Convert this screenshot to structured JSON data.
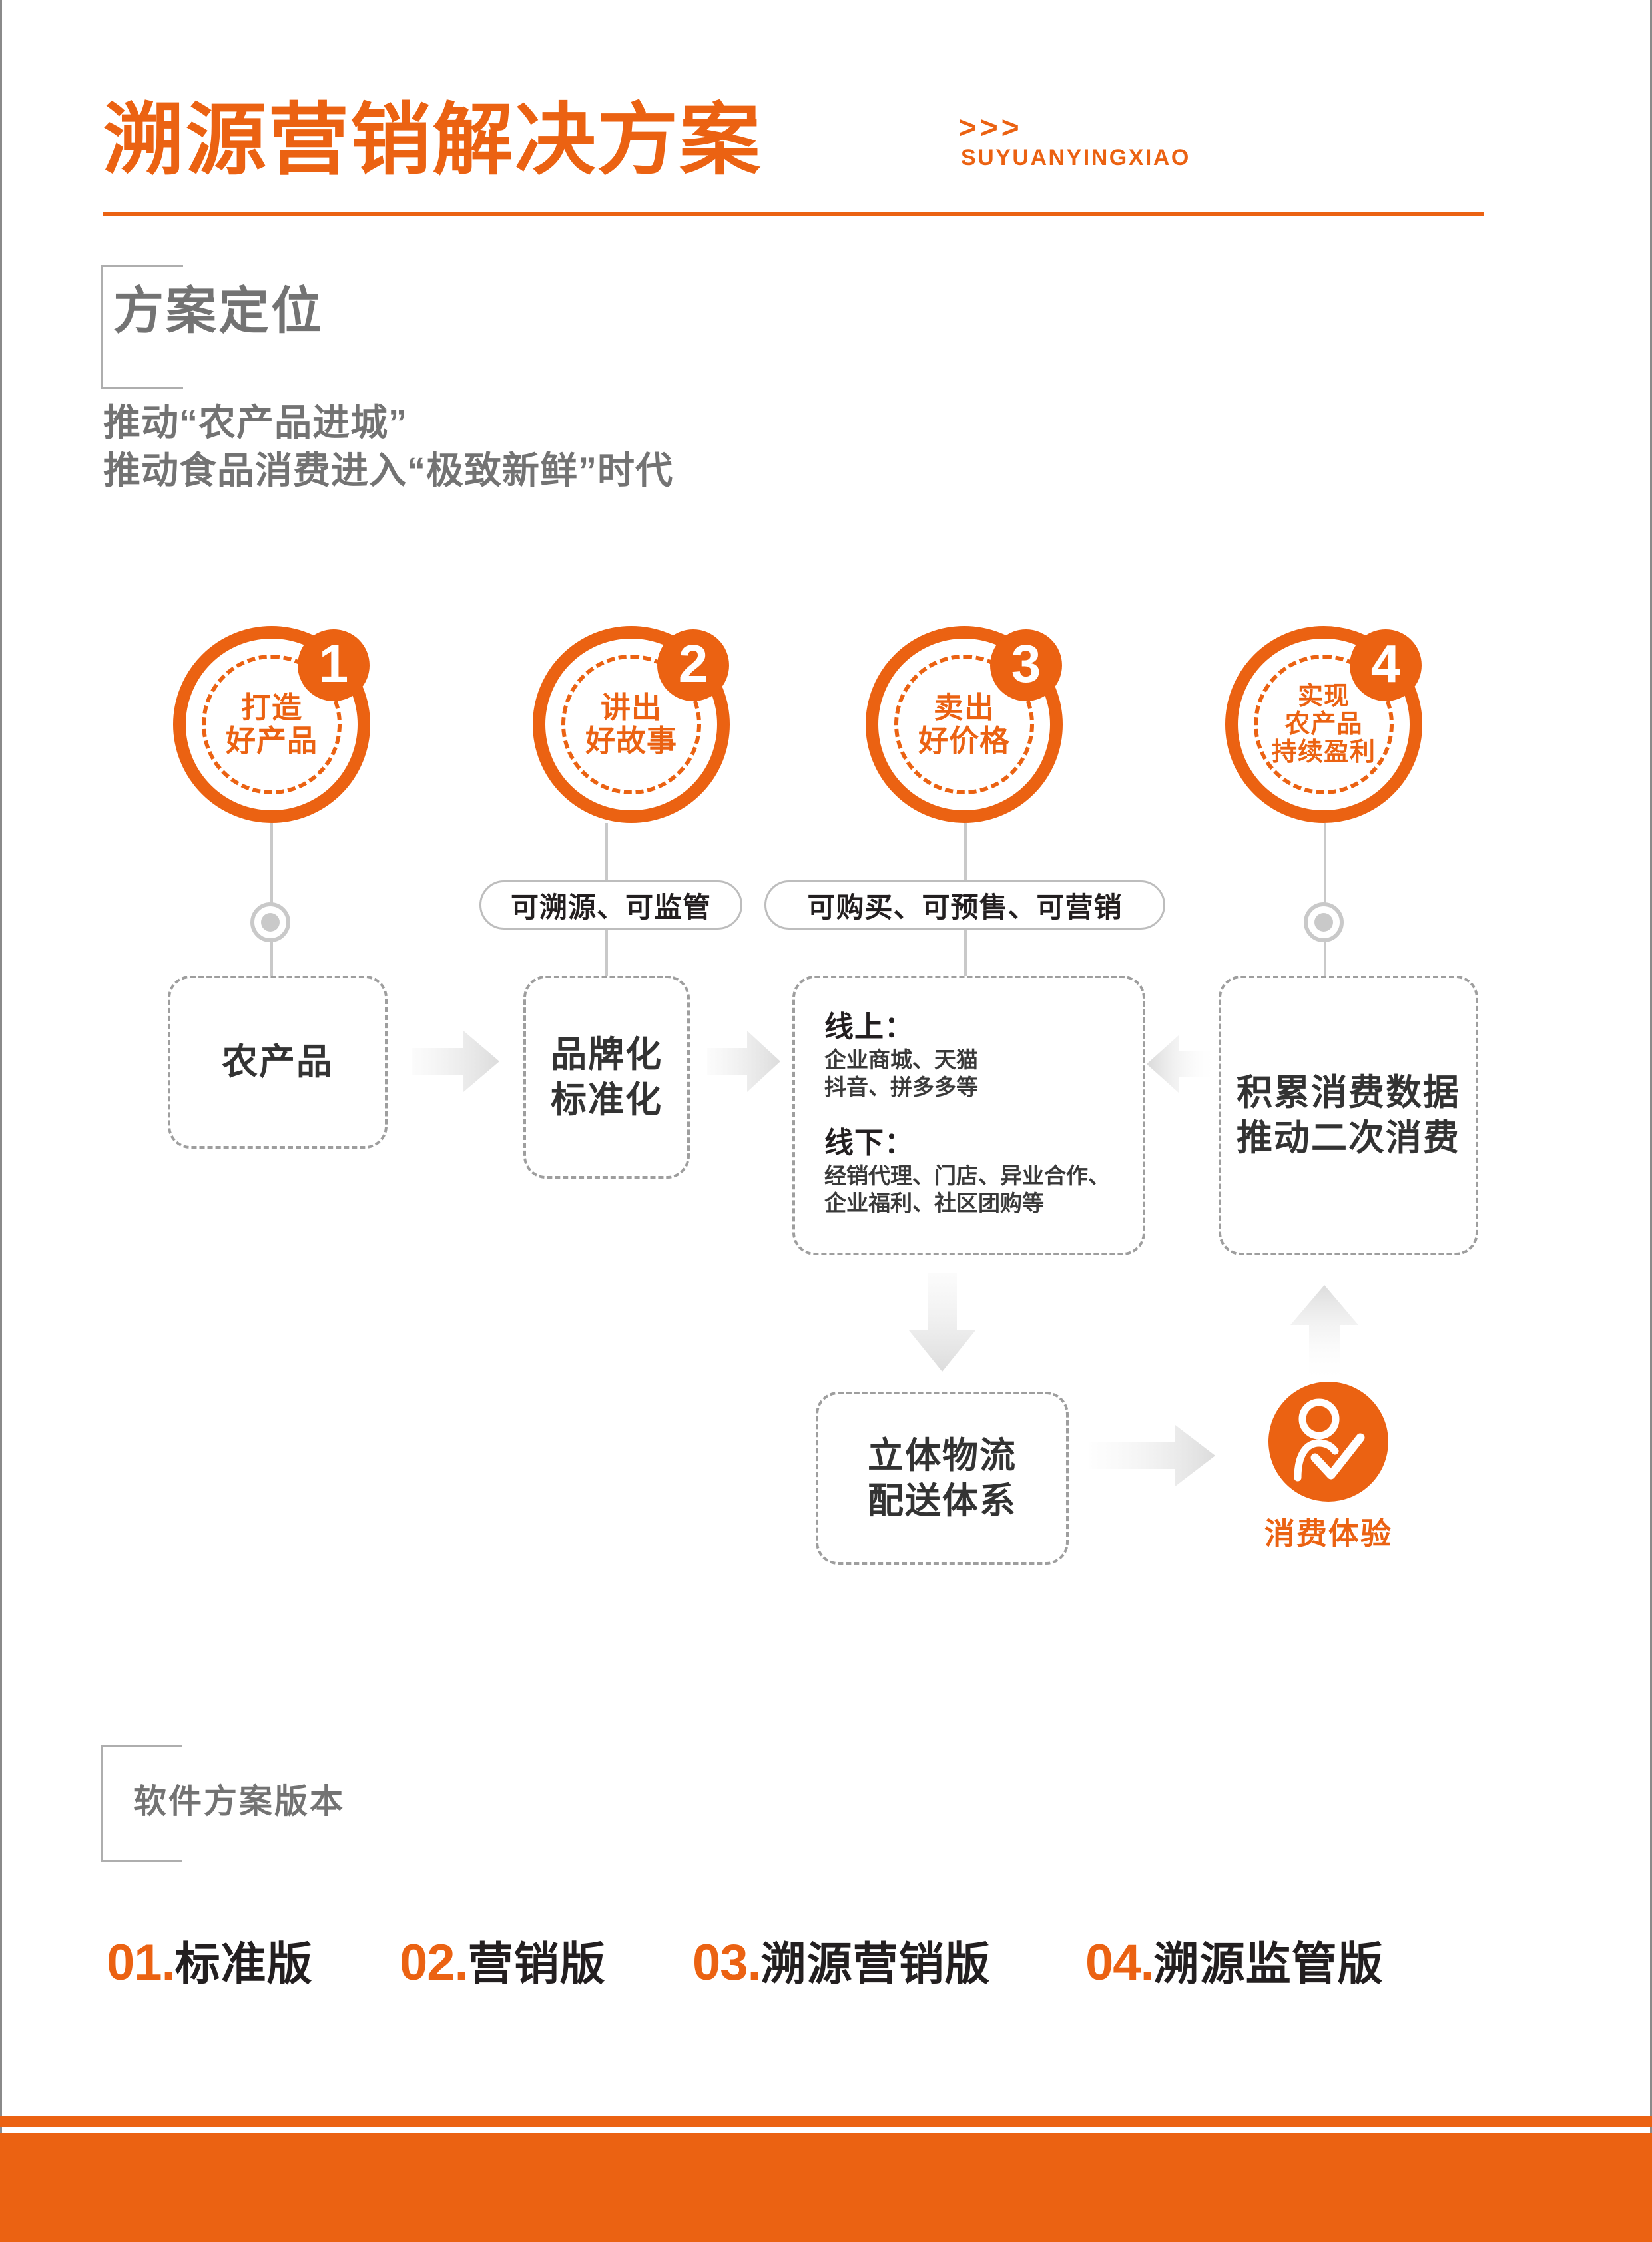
{
  "header": {
    "title": "溯源营销解决方案",
    "chevrons": ">>>",
    "pinyin": "SUYUANYINGXIAO",
    "accent_color": "#EB6212",
    "gray_color": "#737373"
  },
  "section_positioning": {
    "label": "方案定位",
    "lines": [
      "推动“农产品进城”",
      "推动食品消费进入“极致新鲜”时代"
    ]
  },
  "goal_circles": [
    {
      "number": "1",
      "lines": [
        "打造",
        "好产品"
      ]
    },
    {
      "number": "2",
      "lines": [
        "讲出",
        "好故事"
      ]
    },
    {
      "number": "3",
      "lines": [
        "卖出",
        "好价格"
      ]
    },
    {
      "number": "4",
      "lines": [
        "实现",
        "农产品",
        "持续盈利"
      ]
    }
  ],
  "pills": [
    {
      "label": "可溯源、可监管"
    },
    {
      "label": "可购买、可预售、可营销"
    }
  ],
  "flow_boxes": {
    "product": "农产品",
    "brand": [
      "品牌化",
      "标准化"
    ],
    "channels": {
      "online_heading": "线上：",
      "online_lines": [
        "企业商城、天猫",
        "抖音、拼多多等"
      ],
      "offline_heading": "线下：",
      "offline_lines": [
        "经销代理、门店、异业合作、",
        "企业福利、社区团购等"
      ]
    },
    "data": [
      "积累消费数据",
      "推动二次消费"
    ],
    "logistics": [
      "立体物流",
      "配送体系"
    ]
  },
  "consumer": {
    "label": "消费体验",
    "icon": "person-check-icon"
  },
  "section_versions": {
    "label": "软件方案版本",
    "items": [
      {
        "num": "01.",
        "name": "标准版"
      },
      {
        "num": "02.",
        "name": "营销版"
      },
      {
        "num": "03.",
        "name": "溯源营销版"
      },
      {
        "num": "04.",
        "name": "溯源监管版"
      }
    ]
  }
}
